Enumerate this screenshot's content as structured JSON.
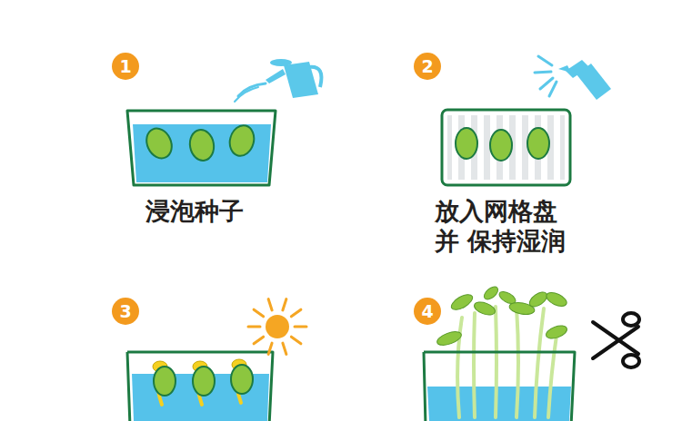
{
  "diagram": {
    "nodes": [
      {
        "text": [
          "1"
        ]
      },
      {
        "text": [
          "2"
        ]
      },
      {
        "text": [
          "3"
        ]
      },
      {
        "text": [
          "4"
        ]
      }
    ],
    "labels": [
      "浸泡种子",
      "放入网格盘 并 保持湿润"
    ]
  }
}
